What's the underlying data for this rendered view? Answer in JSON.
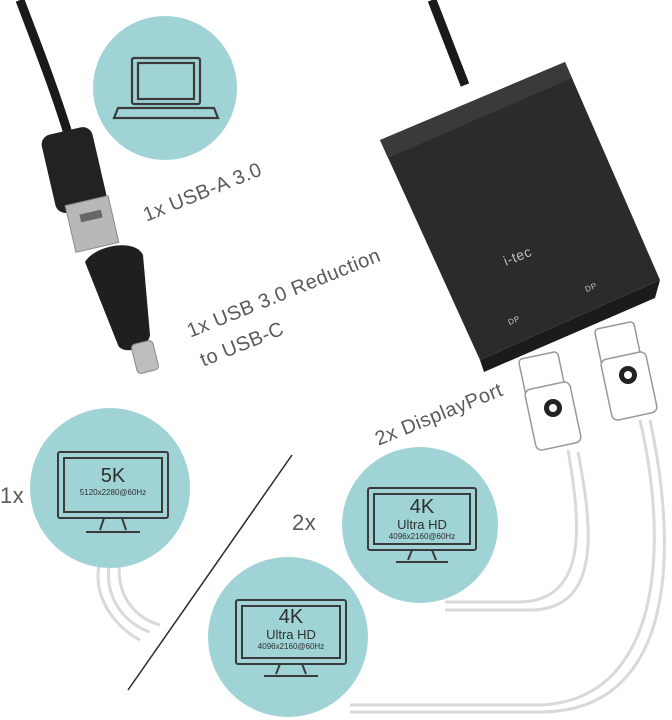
{
  "labels": {
    "usb_a": "1x USB-A 3.0",
    "reduction_line1": "1x USB 3.0 Reduction",
    "reduction_line2": "to USB-C",
    "displayport": "2x DisplayPort",
    "count_single": "1x",
    "count_dual": "2x"
  },
  "device": {
    "brand": "i-tec",
    "port_left": "DP",
    "port_right": "DP"
  },
  "monitors": {
    "single": {
      "title": "5K",
      "subtitle": "",
      "resolution": "5120x2280@60Hz"
    },
    "dual_top": {
      "title": "4K",
      "subtitle": "Ultra HD",
      "resolution": "4096x2160@60Hz"
    },
    "dual_bottom": {
      "title": "4K",
      "subtitle": "Ultra HD",
      "resolution": "4096x2160@60Hz"
    }
  },
  "colors": {
    "circle": "#9fd3d6",
    "outline": "#3a3a3a",
    "device": "#2c2c2c",
    "cable": "#d9d9d9"
  },
  "icons": [
    "laptop-icon",
    "monitor-icon",
    "displayport-logo-icon",
    "i-tec-logo-icon"
  ]
}
